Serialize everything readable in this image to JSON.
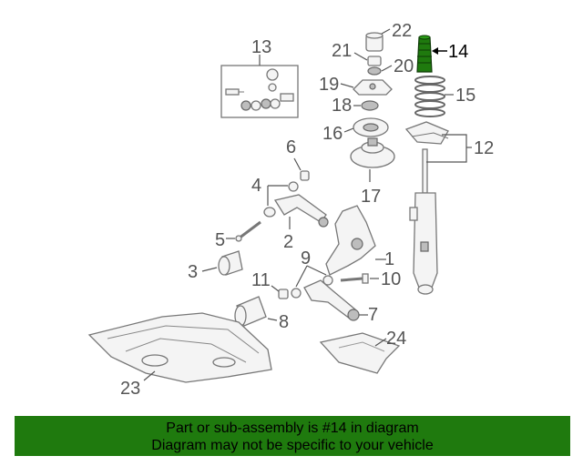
{
  "callouts": {
    "c1": "1",
    "c2": "2",
    "c3": "3",
    "c4": "4",
    "c5": "5",
    "c6": "6",
    "c7": "7",
    "c8": "8",
    "c9": "9",
    "c10": "10",
    "c11": "11",
    "c12": "12",
    "c13": "13",
    "c14": "14",
    "c15": "15",
    "c16": "16",
    "c17": "17",
    "c18": "18",
    "c19": "19",
    "c20": "20",
    "c21": "21",
    "c22": "22",
    "c23": "23",
    "c24": "24"
  },
  "highlight": {
    "part_number": "14",
    "color": "#1f7a0e"
  },
  "banner": {
    "line1": "Part or sub-assembly is #14 in diagram",
    "line2": "Diagram may not be specific to your vehicle",
    "background": "#1f7a0e"
  }
}
